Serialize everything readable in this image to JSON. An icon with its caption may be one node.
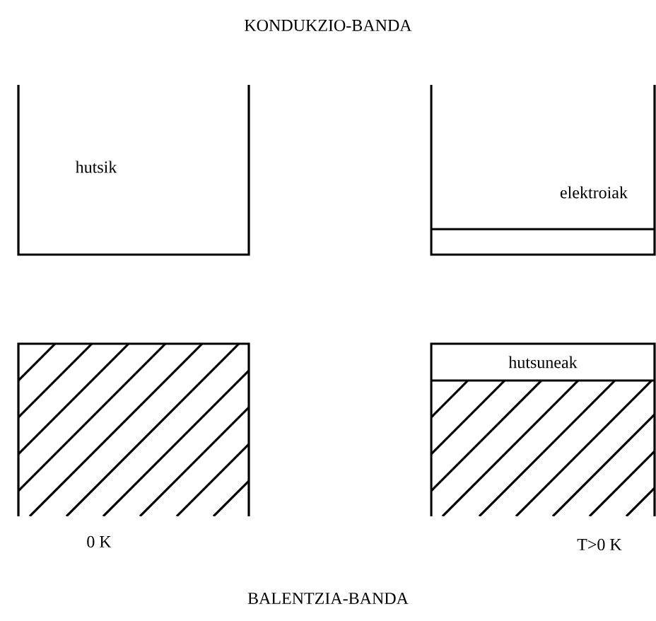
{
  "diagram": {
    "title": "KONDUKZIO-BANDA",
    "caption": "BALENTZIA-BANDA",
    "nodes": [
      {
        "text": [
          "hutsik"
        ]
      },
      {
        "text": [
          "elektroiak"
        ]
      },
      {
        "text": [],
        "shape": "box",
        "beside": [
          "0 K"
        ]
      },
      {
        "text": [
          "hutsuneak"
        ],
        "beside": [
          "T>0 K"
        ]
      }
    ]
  }
}
